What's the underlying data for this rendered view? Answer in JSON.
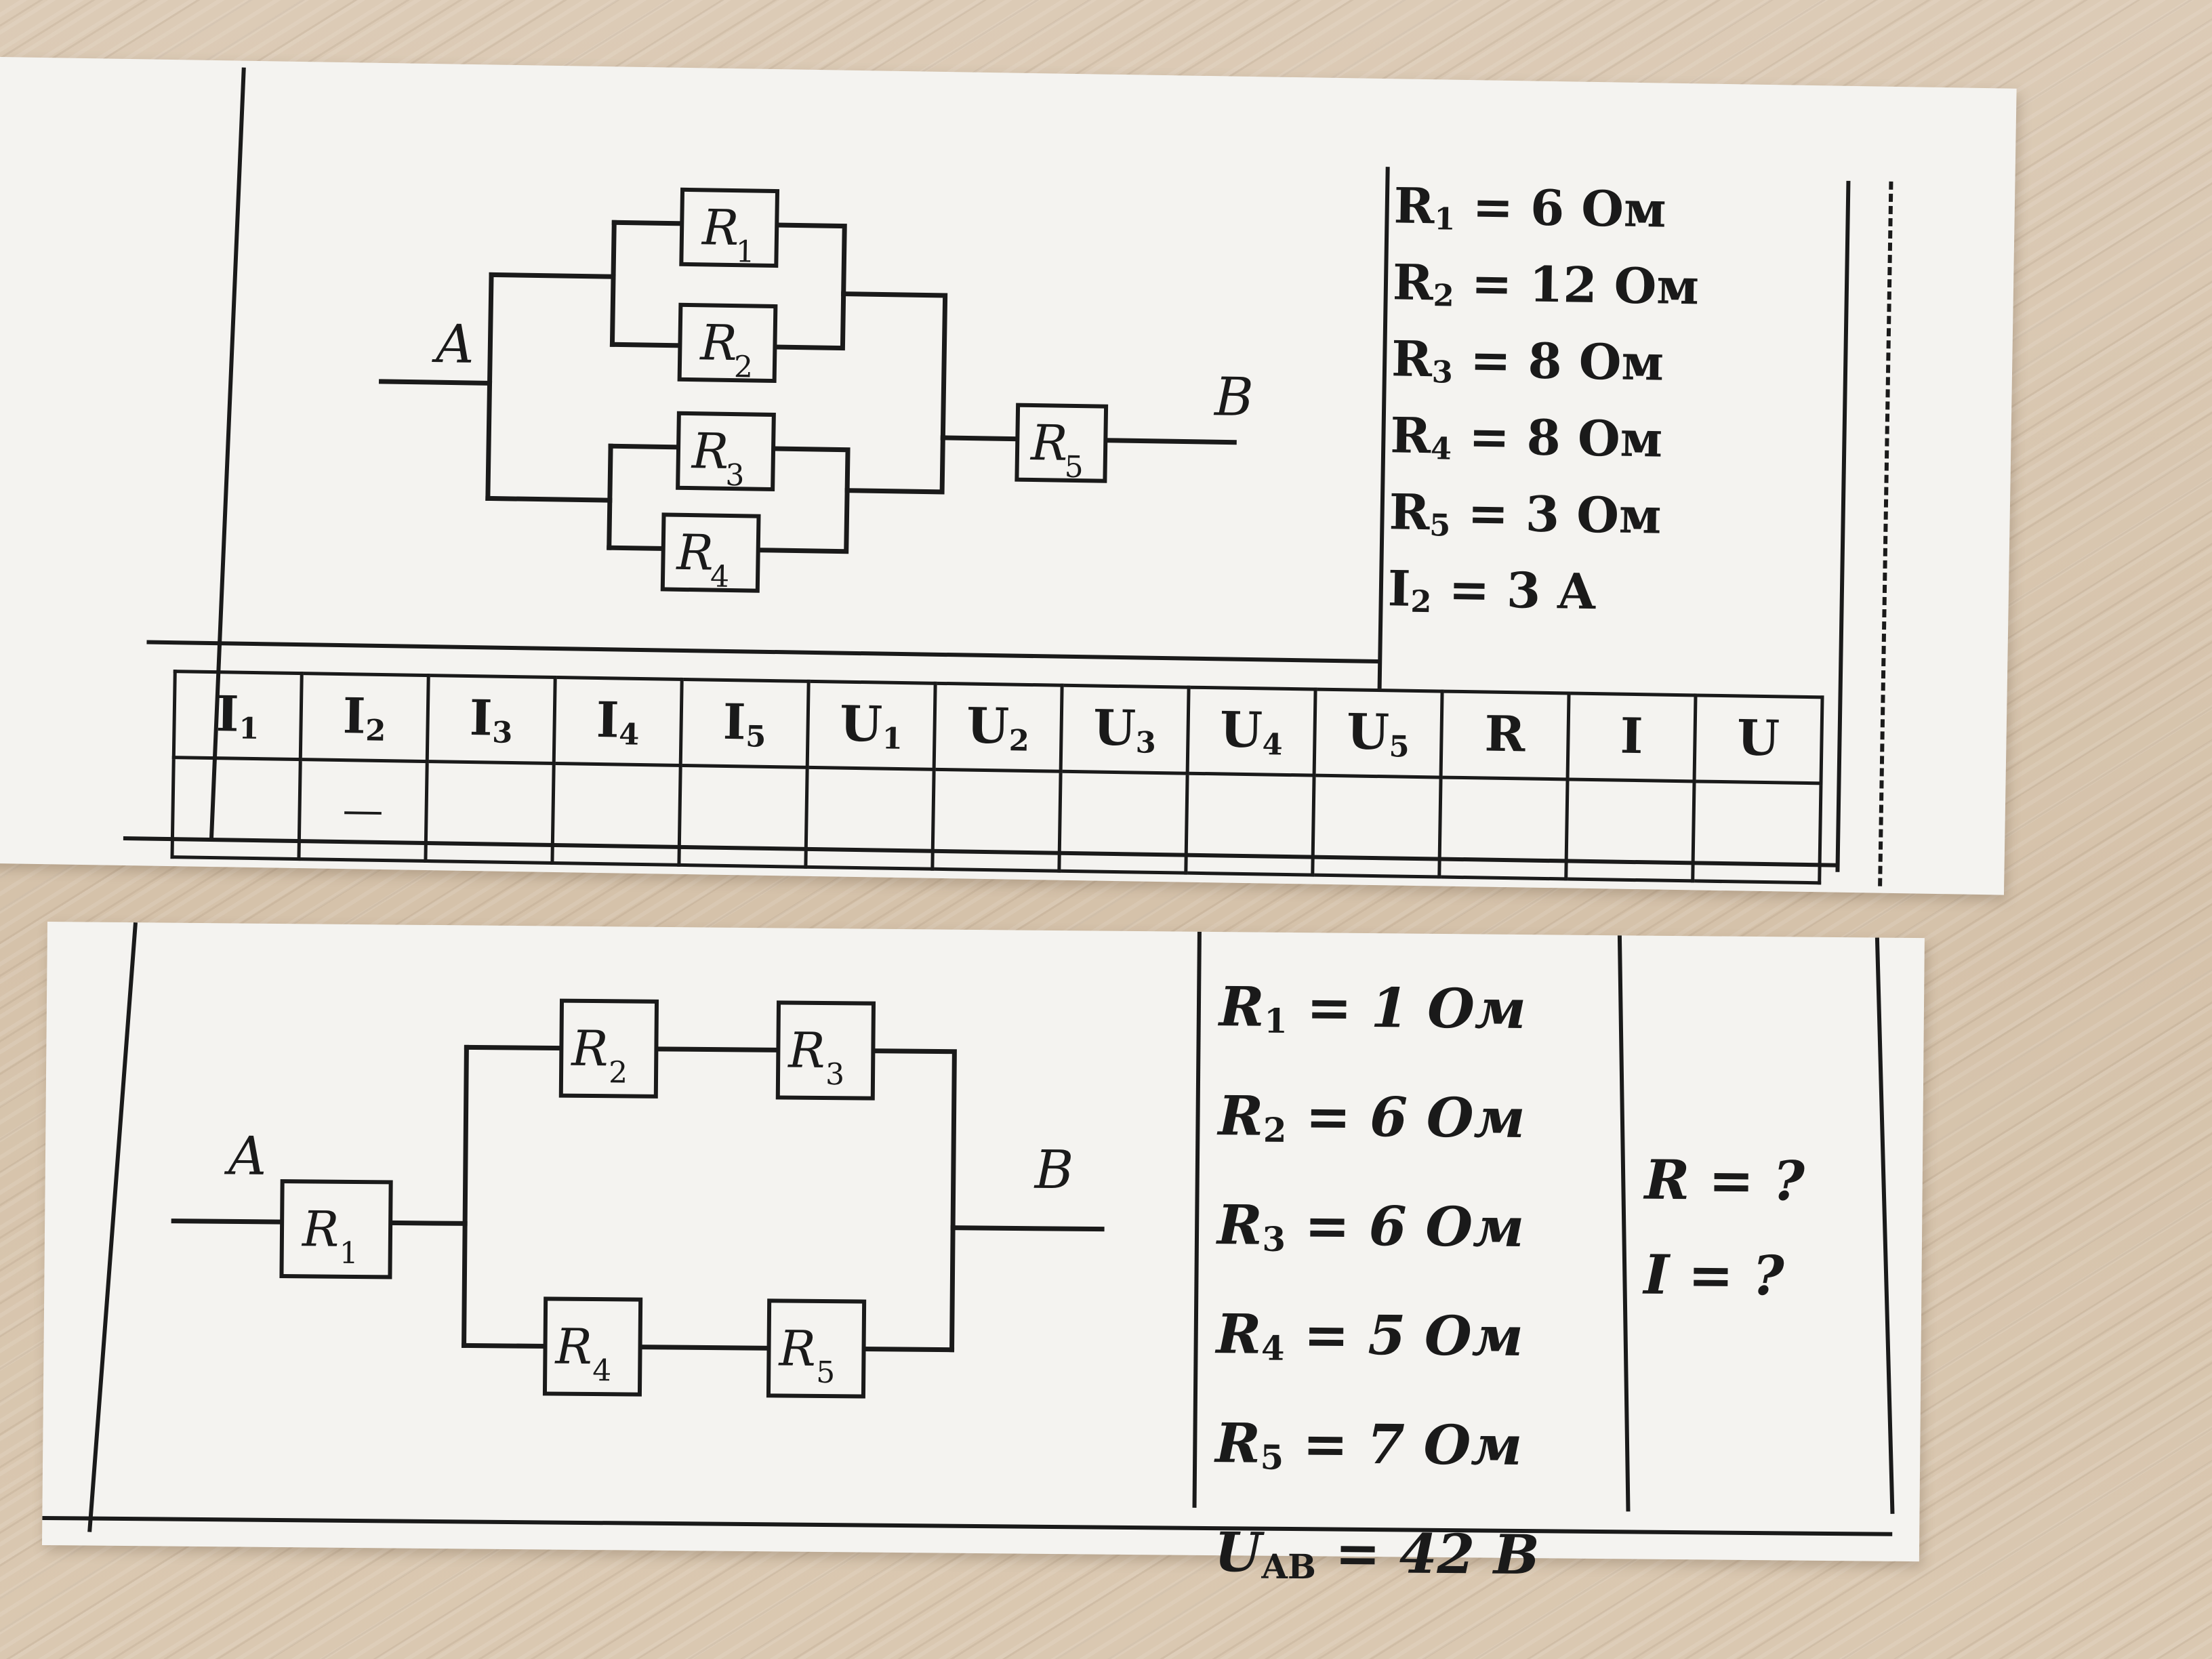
{
  "problem1": {
    "resistors": [
      {
        "letter": "R",
        "sub": "1"
      },
      {
        "letter": "R",
        "sub": "2"
      },
      {
        "letter": "R",
        "sub": "3"
      },
      {
        "letter": "R",
        "sub": "4"
      },
      {
        "letter": "R",
        "sub": "5"
      }
    ],
    "node_a": "A",
    "node_b": "B",
    "given": [
      {
        "sym": "R",
        "sub": "1",
        "rest": " = 6 Ом"
      },
      {
        "sym": "R",
        "sub": "2",
        "rest": " = 12 Ом"
      },
      {
        "sym": "R",
        "sub": "3",
        "rest": " = 8 Ом"
      },
      {
        "sym": "R",
        "sub": "4",
        "rest": " = 8 Ом"
      },
      {
        "sym": "R",
        "sub": "5",
        "rest": " = 3 Ом"
      },
      {
        "sym": "I",
        "sub": "2",
        "rest": " = 3 A"
      }
    ],
    "table_headers": [
      {
        "sym": "I",
        "sub": "1"
      },
      {
        "sym": "I",
        "sub": "2"
      },
      {
        "sym": "I",
        "sub": "3"
      },
      {
        "sym": "I",
        "sub": "4"
      },
      {
        "sym": "I",
        "sub": "5"
      },
      {
        "sym": "U",
        "sub": "1"
      },
      {
        "sym": "U",
        "sub": "2"
      },
      {
        "sym": "U",
        "sub": "3"
      },
      {
        "sym": "U",
        "sub": "4"
      },
      {
        "sym": "U",
        "sub": "5"
      },
      {
        "sym": "R",
        "sub": ""
      },
      {
        "sym": "I",
        "sub": ""
      },
      {
        "sym": "U",
        "sub": ""
      }
    ],
    "table_values": [
      "",
      "—",
      "",
      "",
      "",
      "",
      "",
      "",
      "",
      "",
      "",
      "",
      ""
    ]
  },
  "problem2": {
    "resistors": [
      {
        "letter": "R",
        "sub": "1"
      },
      {
        "letter": "R",
        "sub": "2"
      },
      {
        "letter": "R",
        "sub": "3"
      },
      {
        "letter": "R",
        "sub": "4"
      },
      {
        "letter": "R",
        "sub": "5"
      }
    ],
    "node_a": "A",
    "node_b": "B",
    "given": [
      {
        "sym": "R",
        "sub": "1",
        "rest": " = 1 Ом"
      },
      {
        "sym": "R",
        "sub": "2",
        "rest": " = 6 Ом"
      },
      {
        "sym": "R",
        "sub": "3",
        "rest": " = 6 Ом"
      },
      {
        "sym": "R",
        "sub": "4",
        "rest": " = 5 Ом"
      },
      {
        "sym": "R",
        "sub": "5",
        "rest": " = 7 Ом"
      },
      {
        "sym": "U",
        "sub": "AB",
        "rest": " = 42 B"
      }
    ],
    "find": [
      "R = ?",
      "I = ?"
    ]
  }
}
